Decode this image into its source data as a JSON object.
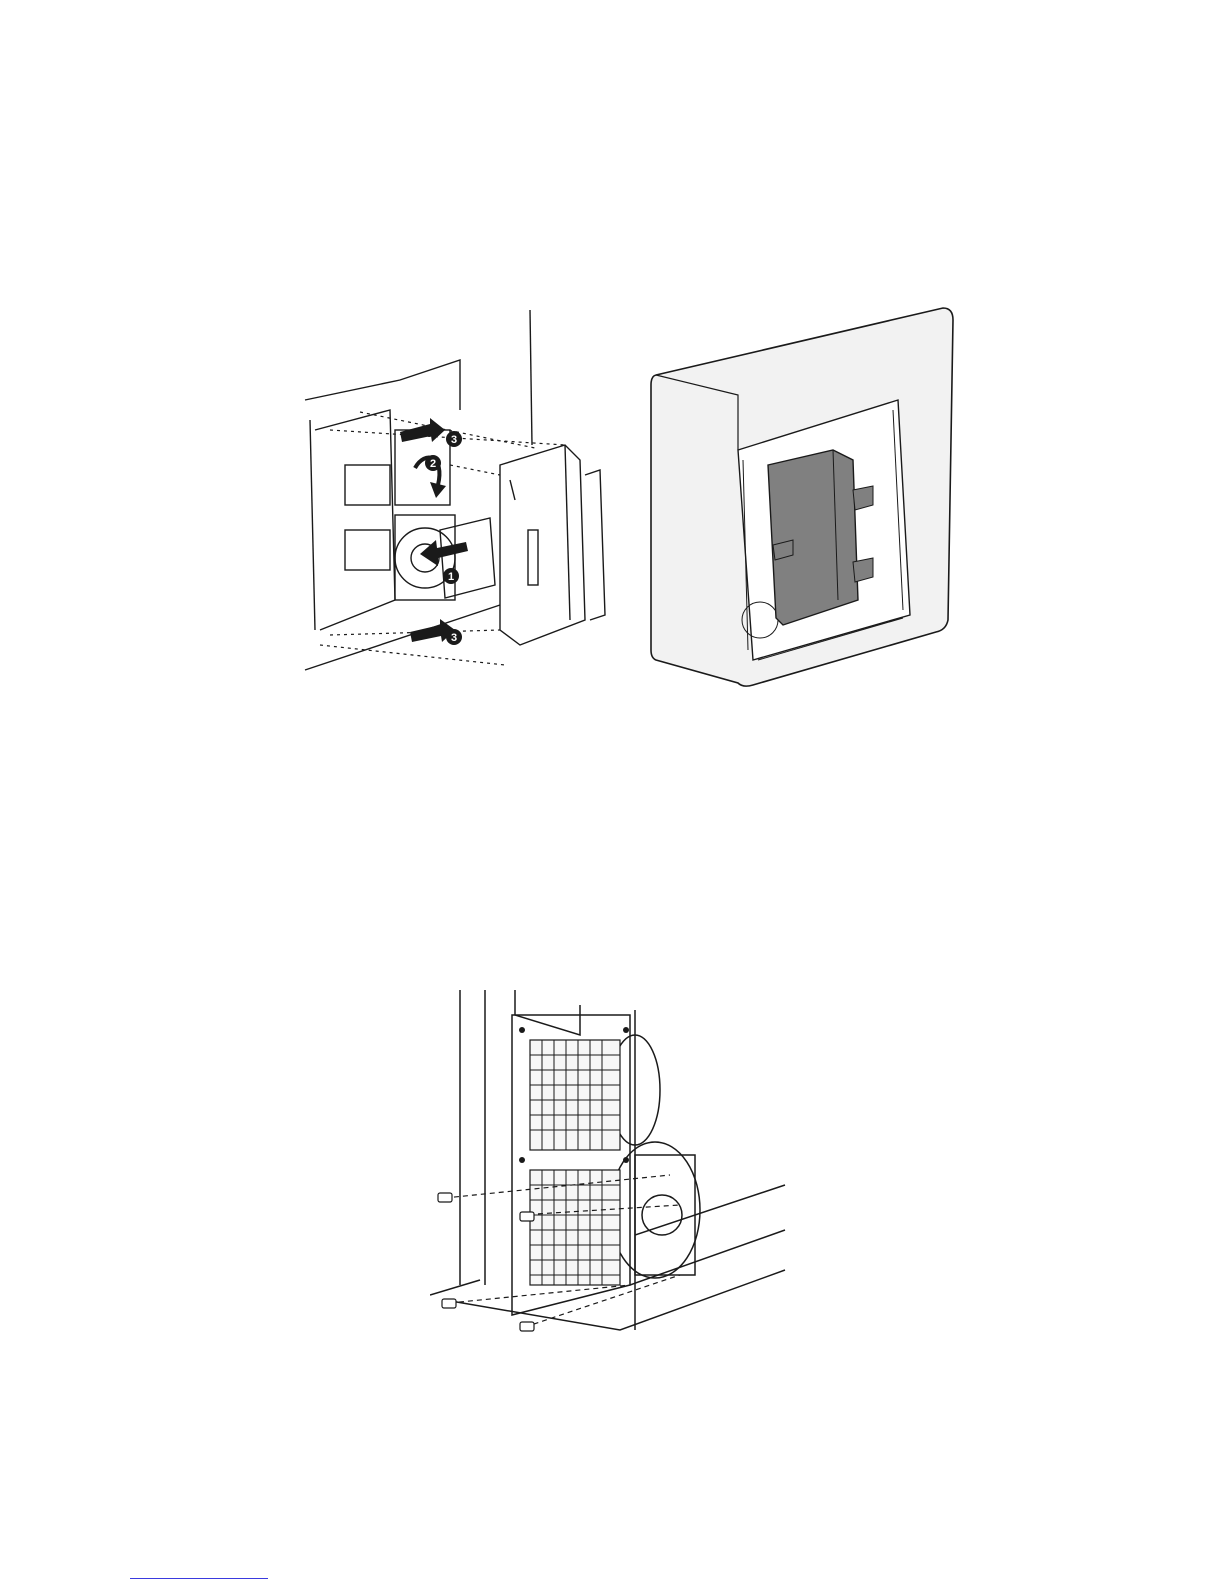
{
  "figures": {
    "fan_duct_install": {
      "callouts": [
        {
          "label": "1"
        },
        {
          "label": "2"
        },
        {
          "label": "3"
        },
        {
          "label": "3"
        }
      ]
    },
    "colors": {
      "line": "#1a1a1a",
      "housing_fill": "#f2f2f2",
      "duct_fill": "#808080",
      "footer_link": "#3a3adf"
    }
  }
}
